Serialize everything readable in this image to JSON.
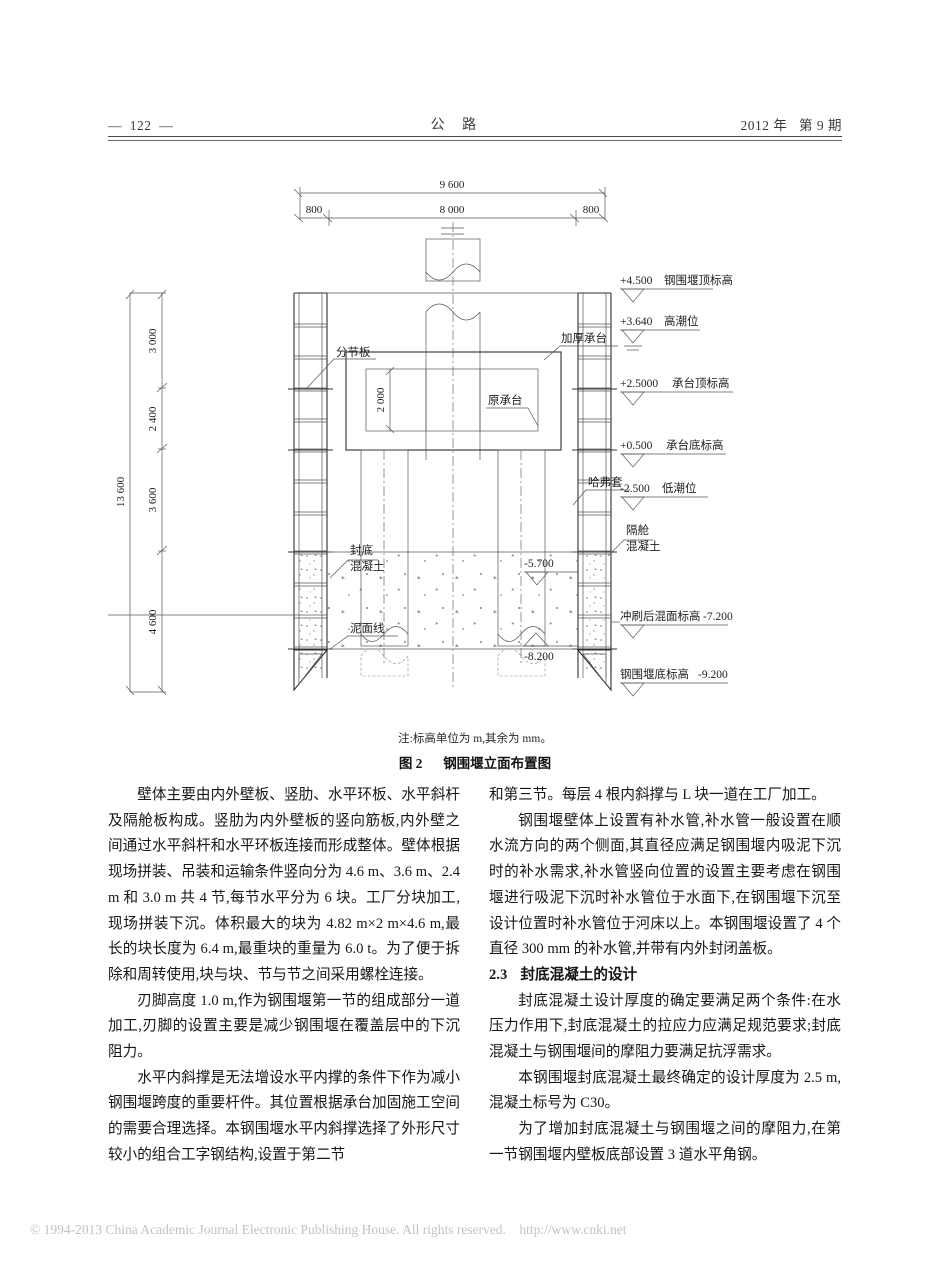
{
  "header": {
    "page_number": "—  122  —",
    "journal_name": "公 路",
    "issue": "2012 年   第 9 期"
  },
  "figure": {
    "note": "注:标高单位为 m,其余为 mm。",
    "caption_label": "图 2",
    "caption_title": "钢围堰立面布置图",
    "dimensions": {
      "overall_width": "9 600",
      "left_width": "800",
      "center_width": "8 000",
      "right_width": "800",
      "overall_height": "13 600",
      "seg1": "3 000",
      "seg2": "2 400",
      "seg3": "3 600",
      "seg4": "4 600",
      "cap_height": "2 000"
    },
    "elevations": [
      {
        "value": "+4.500",
        "label": "钢围堰顶标高"
      },
      {
        "value": "+3.640",
        "label": "高潮位"
      },
      {
        "value": "+2.5000",
        "label": "承台顶标高"
      },
      {
        "value": "+0.500",
        "label": "承台底标高"
      },
      {
        "value": "-2.500",
        "label": "低潮位"
      }
    ],
    "elevations_lower": [
      {
        "label": "冲刷后混面标高",
        "value": "-7.200"
      },
      {
        "label": "钢围堰底标高",
        "value": "-9.200"
      }
    ],
    "inner_elevations": [
      {
        "value": "-5.700"
      },
      {
        "value": "-8.200"
      }
    ],
    "callouts": {
      "segment_plate": "分节板",
      "thickened_cap": "加厚承台",
      "original_cap": "原承台",
      "halfen_sleeve": "哈弗套",
      "bottom_seal_concrete_l1": "封底",
      "bottom_seal_concrete_l2": "混凝土",
      "compartment_concrete_l1": "隔舱",
      "compartment_concrete_l2": "混凝土",
      "mud_line": "泥面线"
    }
  },
  "body": {
    "left_column": [
      "壁体主要由内外壁板、竖肋、水平环板、水平斜杆及隔舱板构成。竖肋为内外壁板的竖向筋板,内外壁之间通过水平斜杆和水平环板连接而形成整体。壁体根据现场拼装、吊装和运输条件竖向分为 4.6 m、3.6 m、2.4 m 和 3.0 m 共 4 节,每节水平分为 6 块。工厂分块加工,现场拼装下沉。体积最大的块为 4.82 m×2 m×4.6 m,最长的块长度为 6.4 m,最重块的重量为 6.0 t。为了便于拆除和周转使用,块与块、节与节之间采用螺栓连接。",
      "刃脚高度 1.0 m,作为钢围堰第一节的组成部分一道加工,刃脚的设置主要是减少钢围堰在覆盖层中的下沉阻力。",
      "水平内斜撑是无法增设水平内撑的条件下作为减小钢围堰跨度的重要杆件。其位置根据承台加固施工空间的需要合理选择。本钢围堰水平内斜撑选择了外形尺寸较小的组合工字钢结构,设置于第二节"
    ],
    "right_column": {
      "continuation": "和第三节。每层 4 根内斜撑与 L 块一道在工厂加工。",
      "paragraph_1": "钢围堰壁体上设置有补水管,补水管一般设置在顺水流方向的两个侧面,其直径应满足钢围堰内吸泥下沉时的补水需求,补水管竖向位置的设置主要考虑在钢围堰进行吸泥下沉时补水管位于水面下,在钢围堰下沉至设计位置时补水管位于河床以上。本钢围堰设置了 4 个直径 300 mm 的补水管,并带有内外封闭盖板。",
      "section_number": "2.3",
      "section_title": "封底混凝土的设计",
      "paragraph_2": "封底混凝土设计厚度的确定要满足两个条件:在水压力作用下,封底混凝土的拉应力应满足规范要求;封底混凝土与钢围堰间的摩阻力要满足抗浮需求。",
      "paragraph_3": "本钢围堰封底混凝土最终确定的设计厚度为 2.5 m,混凝土标号为 C30。",
      "paragraph_4": "为了增加封底混凝土与钢围堰之间的摩阻力,在第一节钢围堰内壁板底部设置 3 道水平角钢。"
    }
  },
  "footer": {
    "copyright": "© 1994-2013 China Academic Journal Electronic Publishing House. All rights reserved.    http://www.cnki.net"
  }
}
